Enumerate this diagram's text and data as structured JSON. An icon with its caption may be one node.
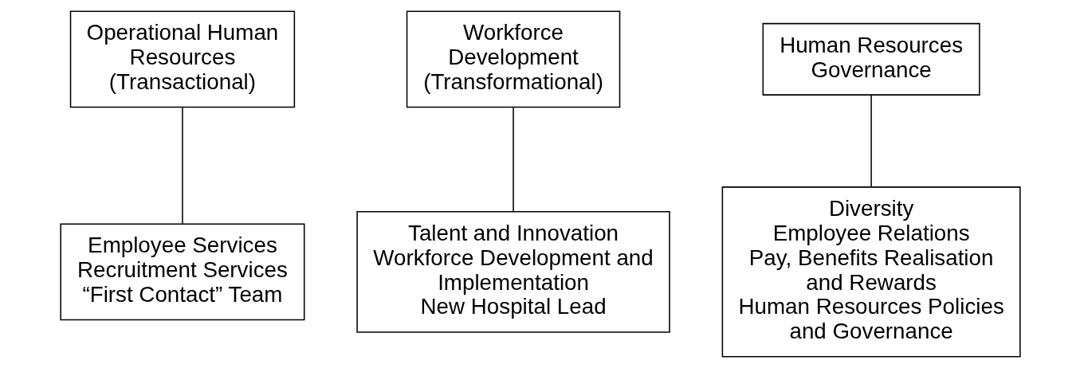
{
  "diagram": {
    "nodes": [
      {
        "text": [
          "Operational Human Resources (Transactional)"
        ]
      },
      {
        "text": [
          "Employee Services",
          "Recruitment Services",
          "“First Contact” Team"
        ]
      },
      {
        "text": [
          "Workforce Development (Transformational)"
        ]
      },
      {
        "text": [
          "Talent and Innovation",
          "Workforce Development and Implementation",
          "New Hospital Lead"
        ]
      },
      {
        "text": [
          "Human Resources Governance"
        ]
      },
      {
        "text": [
          "Diversity",
          "Employee Relations",
          "Pay, Benefits Realisation and Rewards",
          "Human Resources Policies and Governance"
        ]
      }
    ],
    "edges": [
      {
        "from": 0,
        "to": 1,
        "arrow": "none"
      },
      {
        "from": 2,
        "to": 3,
        "arrow": "none"
      },
      {
        "from": 4,
        "to": 5,
        "arrow": "none"
      }
    ]
  }
}
